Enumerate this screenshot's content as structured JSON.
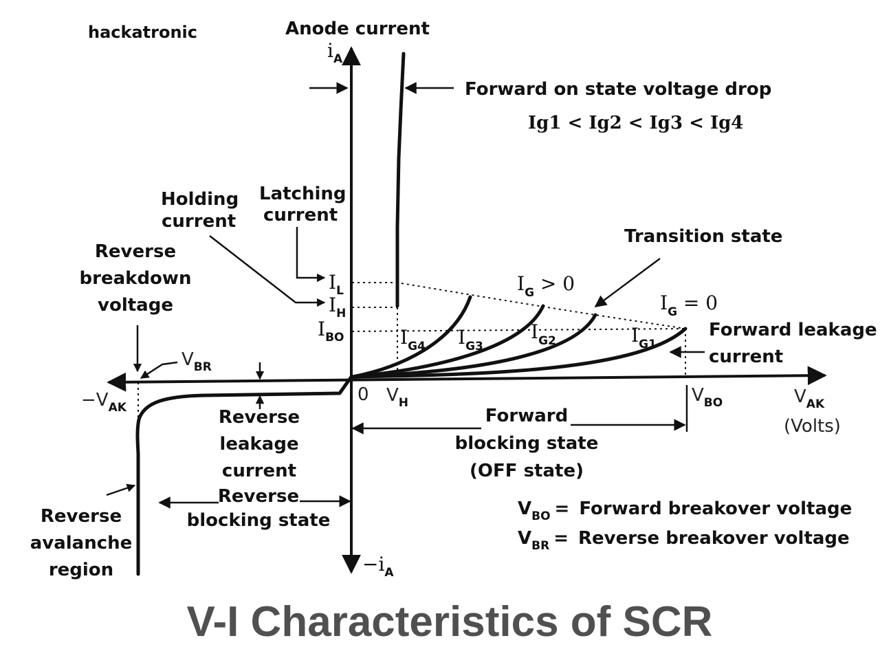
{
  "brand": "hackatronic",
  "title": "V-I Characteristics of SCR",
  "axes": {
    "y_pos_label": "Anode current",
    "y_pos_symbol": "i",
    "y_pos_sub": "A",
    "y_neg_symbol": "−i",
    "y_neg_sub": "A",
    "x_pos_symbol": "V",
    "x_pos_sub": "AK",
    "x_pos_unit": "(Volts)",
    "x_neg_symbol": "−V",
    "x_neg_sub": "AK",
    "origin": "0"
  },
  "markers": {
    "vh": "V",
    "vh_sub": "H",
    "vbo": "V",
    "vbo_sub": "BO",
    "vbr": "V",
    "vbr_sub": "BR",
    "il": "I",
    "il_sub": "L",
    "ih": "I",
    "ih_sub": "H",
    "ibo": "I",
    "ibo_sub": "BO"
  },
  "curves": {
    "ig4": "I",
    "ig4_sub": "G4",
    "ig3": "I",
    "ig3_sub": "G3",
    "ig2": "I",
    "ig2_sub": "G2",
    "ig1": "I",
    "ig1_sub": "G1",
    "ig_gt0": "I",
    "ig_gt0_sub": "G",
    "ig_gt0_rel": " > 0",
    "ig_eq0": "I",
    "ig_eq0_sub": "G",
    "ig_eq0_rel": " = 0"
  },
  "annotations": {
    "forward_on": "Forward on state voltage drop",
    "ig_order": "Ig1 < Ig2 < Ig3 < Ig4",
    "holding": [
      "Holding",
      "current"
    ],
    "latching": [
      "Latching",
      "current"
    ],
    "reverse_breakdown": [
      "Reverse",
      "breakdown",
      "voltage"
    ],
    "transition": "Transition state",
    "forward_leakage": [
      "Forward leakage",
      "current"
    ],
    "reverse_leakage": [
      "Reverse",
      "leakage",
      "current"
    ],
    "reverse_blocking": [
      "Reverse",
      "blocking state"
    ],
    "forward_blocking": [
      "Forward",
      "blocking state",
      "(OFF state)"
    ],
    "reverse_avalanche": [
      "Reverse",
      "avalanche",
      "region"
    ]
  },
  "legend": [
    {
      "symbol": "V",
      "sub": "BO",
      "eq": "=",
      "text": "Forward breakover voltage"
    },
    {
      "symbol": "V",
      "sub": "BR",
      "eq": "=",
      "text": "Reverse breakover voltage"
    }
  ],
  "colors": {
    "ink": "#111111",
    "title": "#505050",
    "background": "#ffffff"
  }
}
